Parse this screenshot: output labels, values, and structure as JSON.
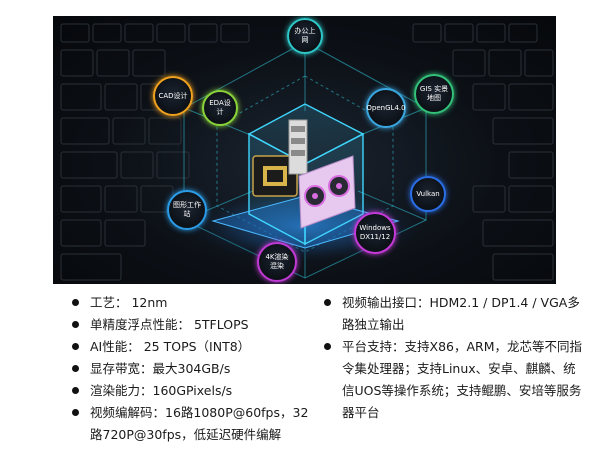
{
  "hero": {
    "nodes": [
      {
        "id": "office",
        "label": "办公上网",
        "color": "#2ec7c7"
      },
      {
        "id": "cad",
        "label": "CAD设计",
        "color": "#f0a21e"
      },
      {
        "id": "eda",
        "label": "EDA设计",
        "color": "#8ad43a"
      },
      {
        "id": "opengl",
        "label": "OpenGL4.0",
        "color": "#3aa7e0"
      },
      {
        "id": "gis",
        "label": "GIS 实景地图",
        "color": "#33c27a"
      },
      {
        "id": "workstation",
        "label": "图形工作站",
        "color": "#2b9de8"
      },
      {
        "id": "vulkan",
        "label": "Vulkan",
        "color": "#2a6fe8"
      },
      {
        "id": "windows",
        "label": "Windows DX11/12",
        "color": "#c53ad8"
      },
      {
        "id": "render4k",
        "label": "4K渲染混染",
        "color": "#c23ad6"
      }
    ]
  },
  "left_list": [
    "工艺： 12nm",
    "单精度浮点性能： 5TFLOPS",
    "AI性能： 25 TOPS（INT8）",
    "显存带宽：最大304GB/s",
    "渲染能力：160GPixels/s",
    "视频编解码：16路1080P@60fps，32路720P@30fps，低延迟硬件编解"
  ],
  "right_list": [
    "视频输出接口：HDM2.1 / DP1.4 / VGA多路独立输出",
    "平台支持：支持X86，ARM，龙芯等不同指令集处理器；支持Linux、安卓、麒麟、统信UOS等操作系统；支持鲲鹏、安培等服务器平台"
  ]
}
